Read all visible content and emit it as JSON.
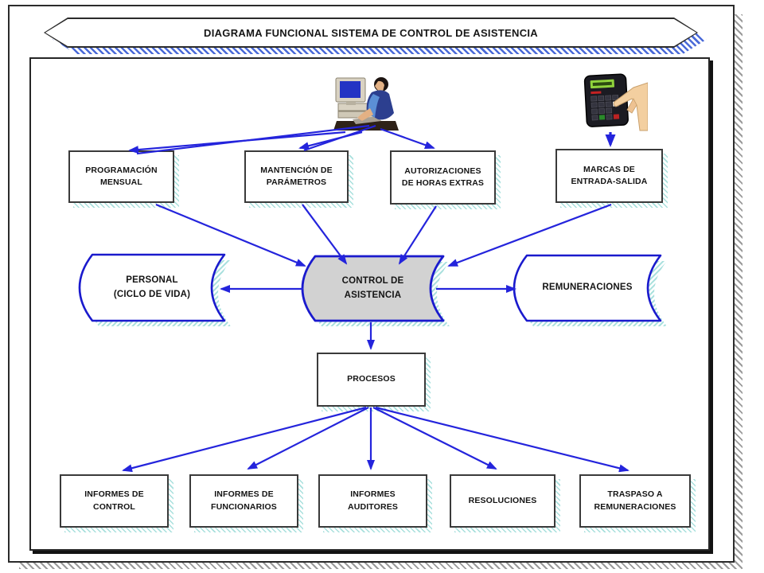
{
  "title_banner": {
    "text": "DIAGRAMA FUNCIONAL SISTEMA DE CONTROL DE ASISTENCIA"
  },
  "icons": [
    {
      "name": "operator-at-computer-icon"
    },
    {
      "name": "attendance-clock-icon"
    }
  ],
  "nodes": {
    "programacion": {
      "label": "PROGRAMACIÓN\nMENSUAL"
    },
    "mantencion": {
      "label": "MANTENCIÓN DE\nPARÁMETROS"
    },
    "autorizaciones": {
      "label": "AUTORIZACIONES\nDE HORAS EXTRAS"
    },
    "marcas": {
      "label": "MARCAS DE\nENTRADA-SALIDA"
    },
    "personal": {
      "label": "PERSONAL\n(CICLO DE VIDA)"
    },
    "control": {
      "label": "CONTROL DE\nASISTENCIA"
    },
    "remuneraciones": {
      "label": "REMUNERACIONES"
    },
    "procesos": {
      "label": "PROCESOS"
    },
    "informes_control": {
      "label": "INFORMES DE\nCONTROL"
    },
    "informes_funcionarios": {
      "label": "INFORMES DE\nFUNCIONARIOS"
    },
    "informes_auditores": {
      "label": "INFORMES\nAUDITORES"
    },
    "resoluciones": {
      "label": "RESOLUCIONES"
    },
    "traspaso": {
      "label": "TRASPASO A\nREMUNERACIONES"
    }
  },
  "edges": [
    {
      "from": "operator-at-computer",
      "to": "programacion"
    },
    {
      "from": "operator-at-computer",
      "to": "mantencion"
    },
    {
      "from": "operator-at-computer",
      "to": "autorizaciones"
    },
    {
      "from": "attendance-clock",
      "to": "marcas"
    },
    {
      "from": "programacion",
      "to": "control"
    },
    {
      "from": "mantencion",
      "to": "control"
    },
    {
      "from": "autorizaciones",
      "to": "control"
    },
    {
      "from": "marcas",
      "to": "control"
    },
    {
      "from": "control",
      "to": "personal"
    },
    {
      "from": "control",
      "to": "remuneraciones"
    },
    {
      "from": "control",
      "to": "procesos"
    },
    {
      "from": "procesos",
      "to": "informes_control"
    },
    {
      "from": "procesos",
      "to": "informes_funcionarios"
    },
    {
      "from": "procesos",
      "to": "informes_auditores"
    },
    {
      "from": "procesos",
      "to": "resoluciones"
    },
    {
      "from": "procesos",
      "to": "traspaso"
    }
  ],
  "colors": {
    "arrow_blue": "#2424dc",
    "shape_border_blue": "#1a1acd",
    "box_border": "#3a3a3a",
    "center_fill": "#d2d2d2",
    "shadow_cyan": "#a8e0dd",
    "shadow_gray": "#9a9a9a",
    "banner_shadow_blue": "#4a6ad8"
  }
}
